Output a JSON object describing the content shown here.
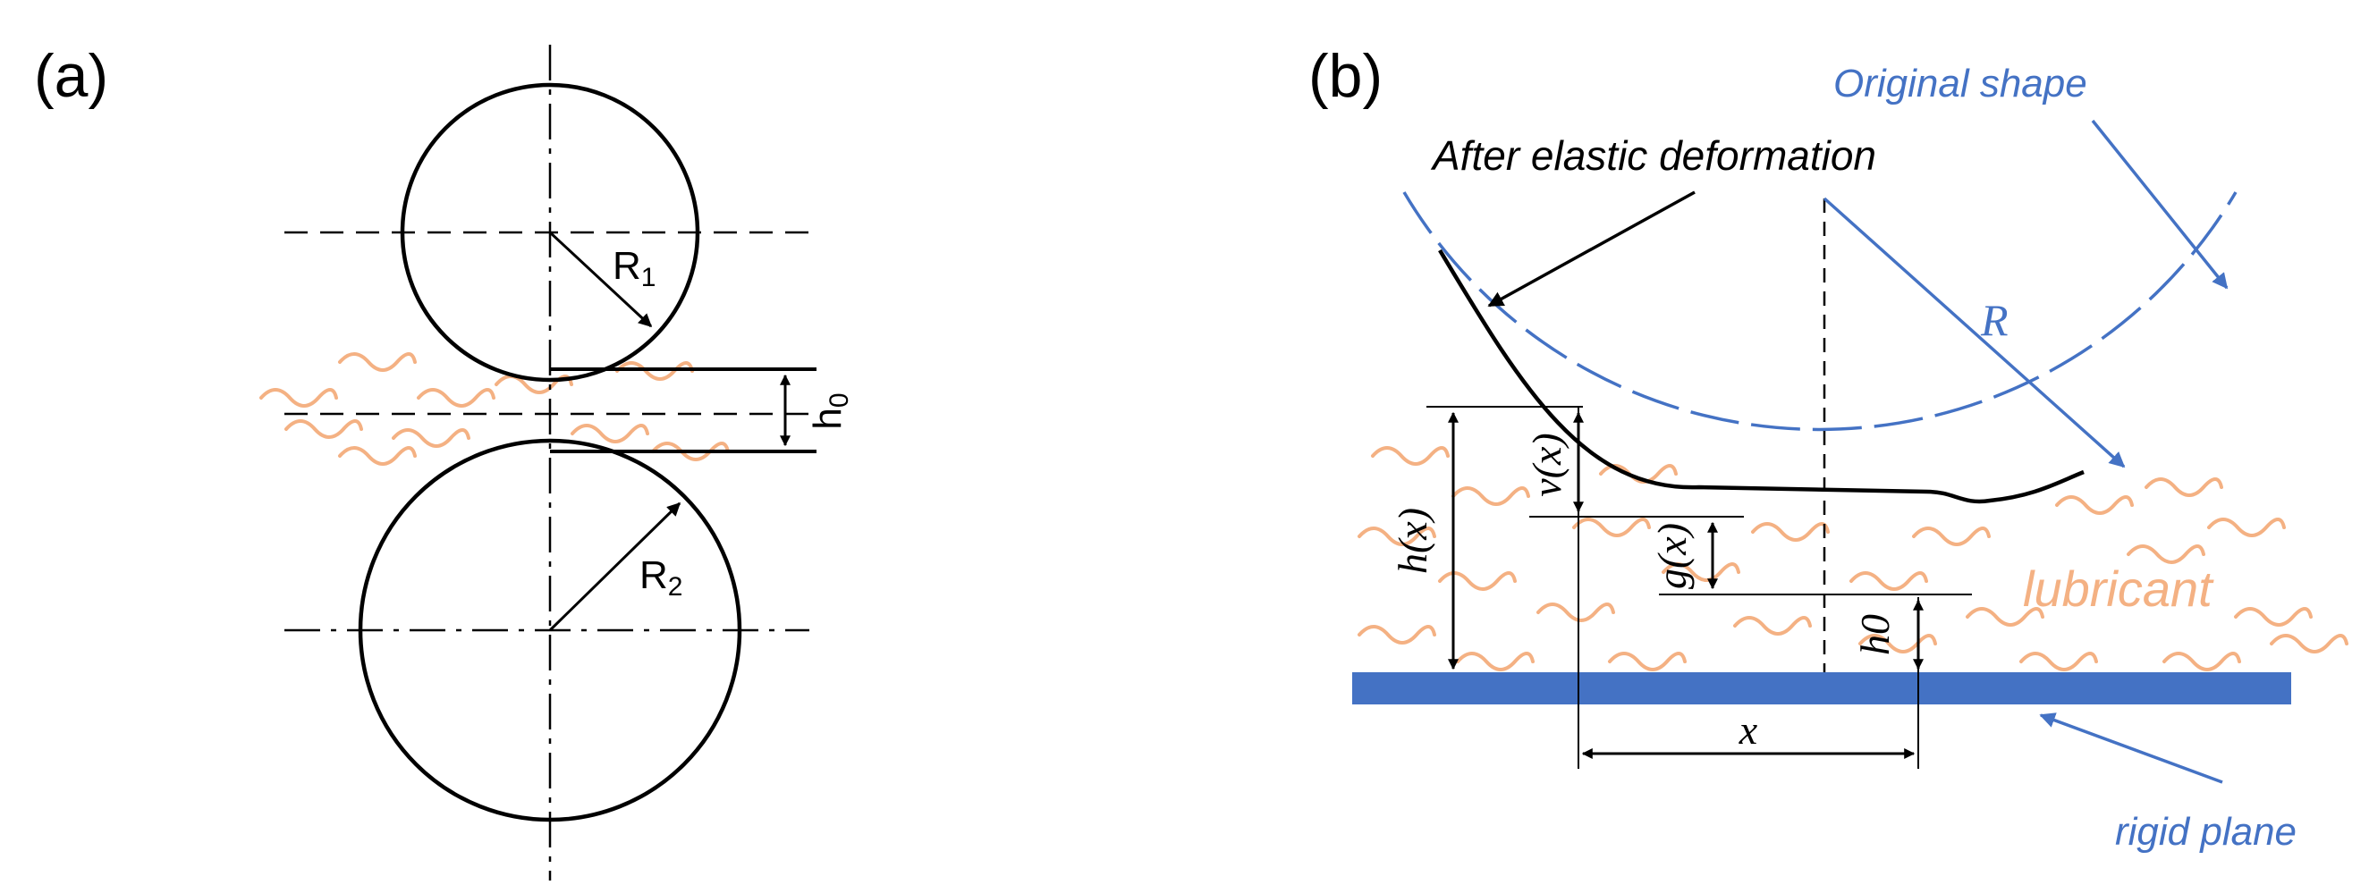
{
  "panel_a": {
    "label": "(a)",
    "radius_top": {
      "main": "R",
      "sub": "1"
    },
    "radius_bottom": {
      "main": "R",
      "sub": "2"
    },
    "gap": {
      "main": "h",
      "sub": "0"
    }
  },
  "panel_b": {
    "label": "(b)",
    "original_shape": "Original shape",
    "after_deformation": "After elastic deformation",
    "radius": "R",
    "v_label": "v(x)",
    "h_label": "h(x)",
    "g_label": "g(x)",
    "h0_label": "h0",
    "x_label": "x",
    "lubricant": "lubricant",
    "rigid_plane": "rigid plane"
  },
  "colors": {
    "line": "#000000",
    "blue": "#4472C4",
    "lubricant": "#F4B183"
  }
}
